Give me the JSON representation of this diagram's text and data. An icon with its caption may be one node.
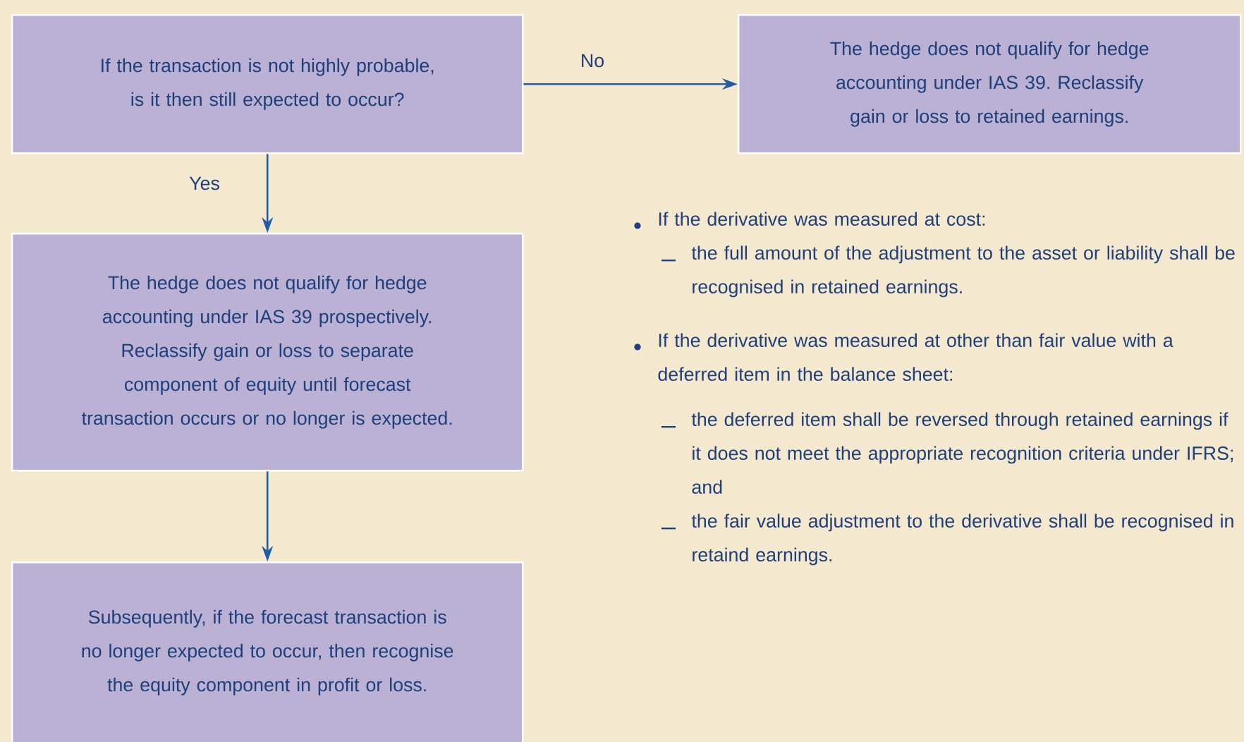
{
  "diagram": {
    "nodes": [
      {
        "text": [
          "If the transaction is not highly probable, is it then still expected to occur?"
        ]
      },
      {
        "text": [
          "The hedge does not qualify for hedge accounting under IAS 39. Reclassify gain or loss to retained earnings."
        ]
      },
      {
        "text": [
          "The hedge does not qualify for hedge accounting under IAS 39 prospectively. Reclassify gain or loss to separate component of equity until forecast transaction occurs or no longer is expected."
        ]
      },
      {
        "text": [
          "Subsequently, if the forecast transaction is no longer expected to occur, then recognise the equity component in profit or loss."
        ]
      }
    ],
    "edges": [
      {
        "from": 0,
        "to": 1,
        "arrow": "to",
        "label": "No"
      },
      {
        "from": 0,
        "to": 2,
        "arrow": "to",
        "label": "Yes"
      },
      {
        "from": 2,
        "to": 3,
        "arrow": "to"
      }
    ],
    "labels": [
      "If the derivative was measured at cost:",
      "the full amount of the adjustment to the asset or liability shall be recognised in retained earnings.",
      "If the derivative was measured at other than fair value with a deferred item in the balance sheet:",
      "the deferred item shall be reversed through retained earnings if it does not meet the appropriate recognition criteria under IFRS; and",
      "the fair value adjustment to the derivative shall be recognised in retaind earnings."
    ]
  }
}
